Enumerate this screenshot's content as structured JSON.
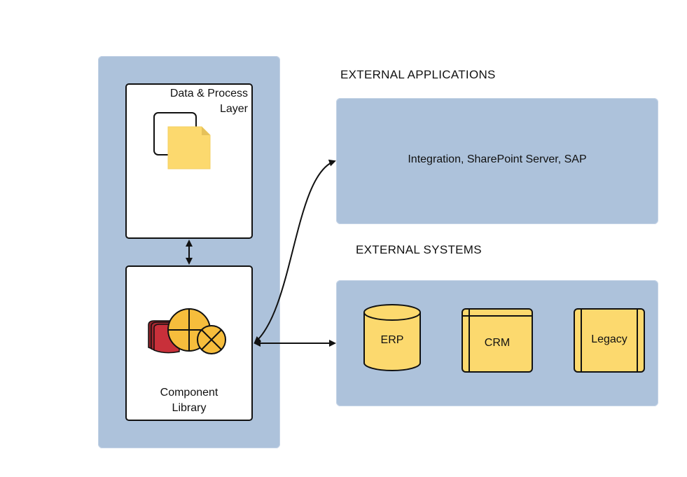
{
  "platform": {
    "data_layer": {
      "label_line1": "Data & Process",
      "label_line2": "Layer",
      "icon": "document-stack-icon"
    },
    "component_library": {
      "label_line1": "Component",
      "label_line2": "Library",
      "icon": "components-icon"
    }
  },
  "external_applications": {
    "heading": "EXTERNAL APPLICATIONS",
    "content": "Integration, SharePoint Server, SAP"
  },
  "external_systems": {
    "heading": "EXTERNAL SYSTEMS",
    "items": [
      {
        "label": "ERP",
        "shape": "database-cylinder"
      },
      {
        "label": "CRM",
        "shape": "window-box"
      },
      {
        "label": "Legacy",
        "shape": "process-box"
      }
    ]
  },
  "colors": {
    "panel": "#adc2db",
    "shape_fill": "#fcd96e",
    "icon_orange": "#f6bd3c",
    "icon_red": "#c8303a",
    "stroke": "#111111"
  }
}
